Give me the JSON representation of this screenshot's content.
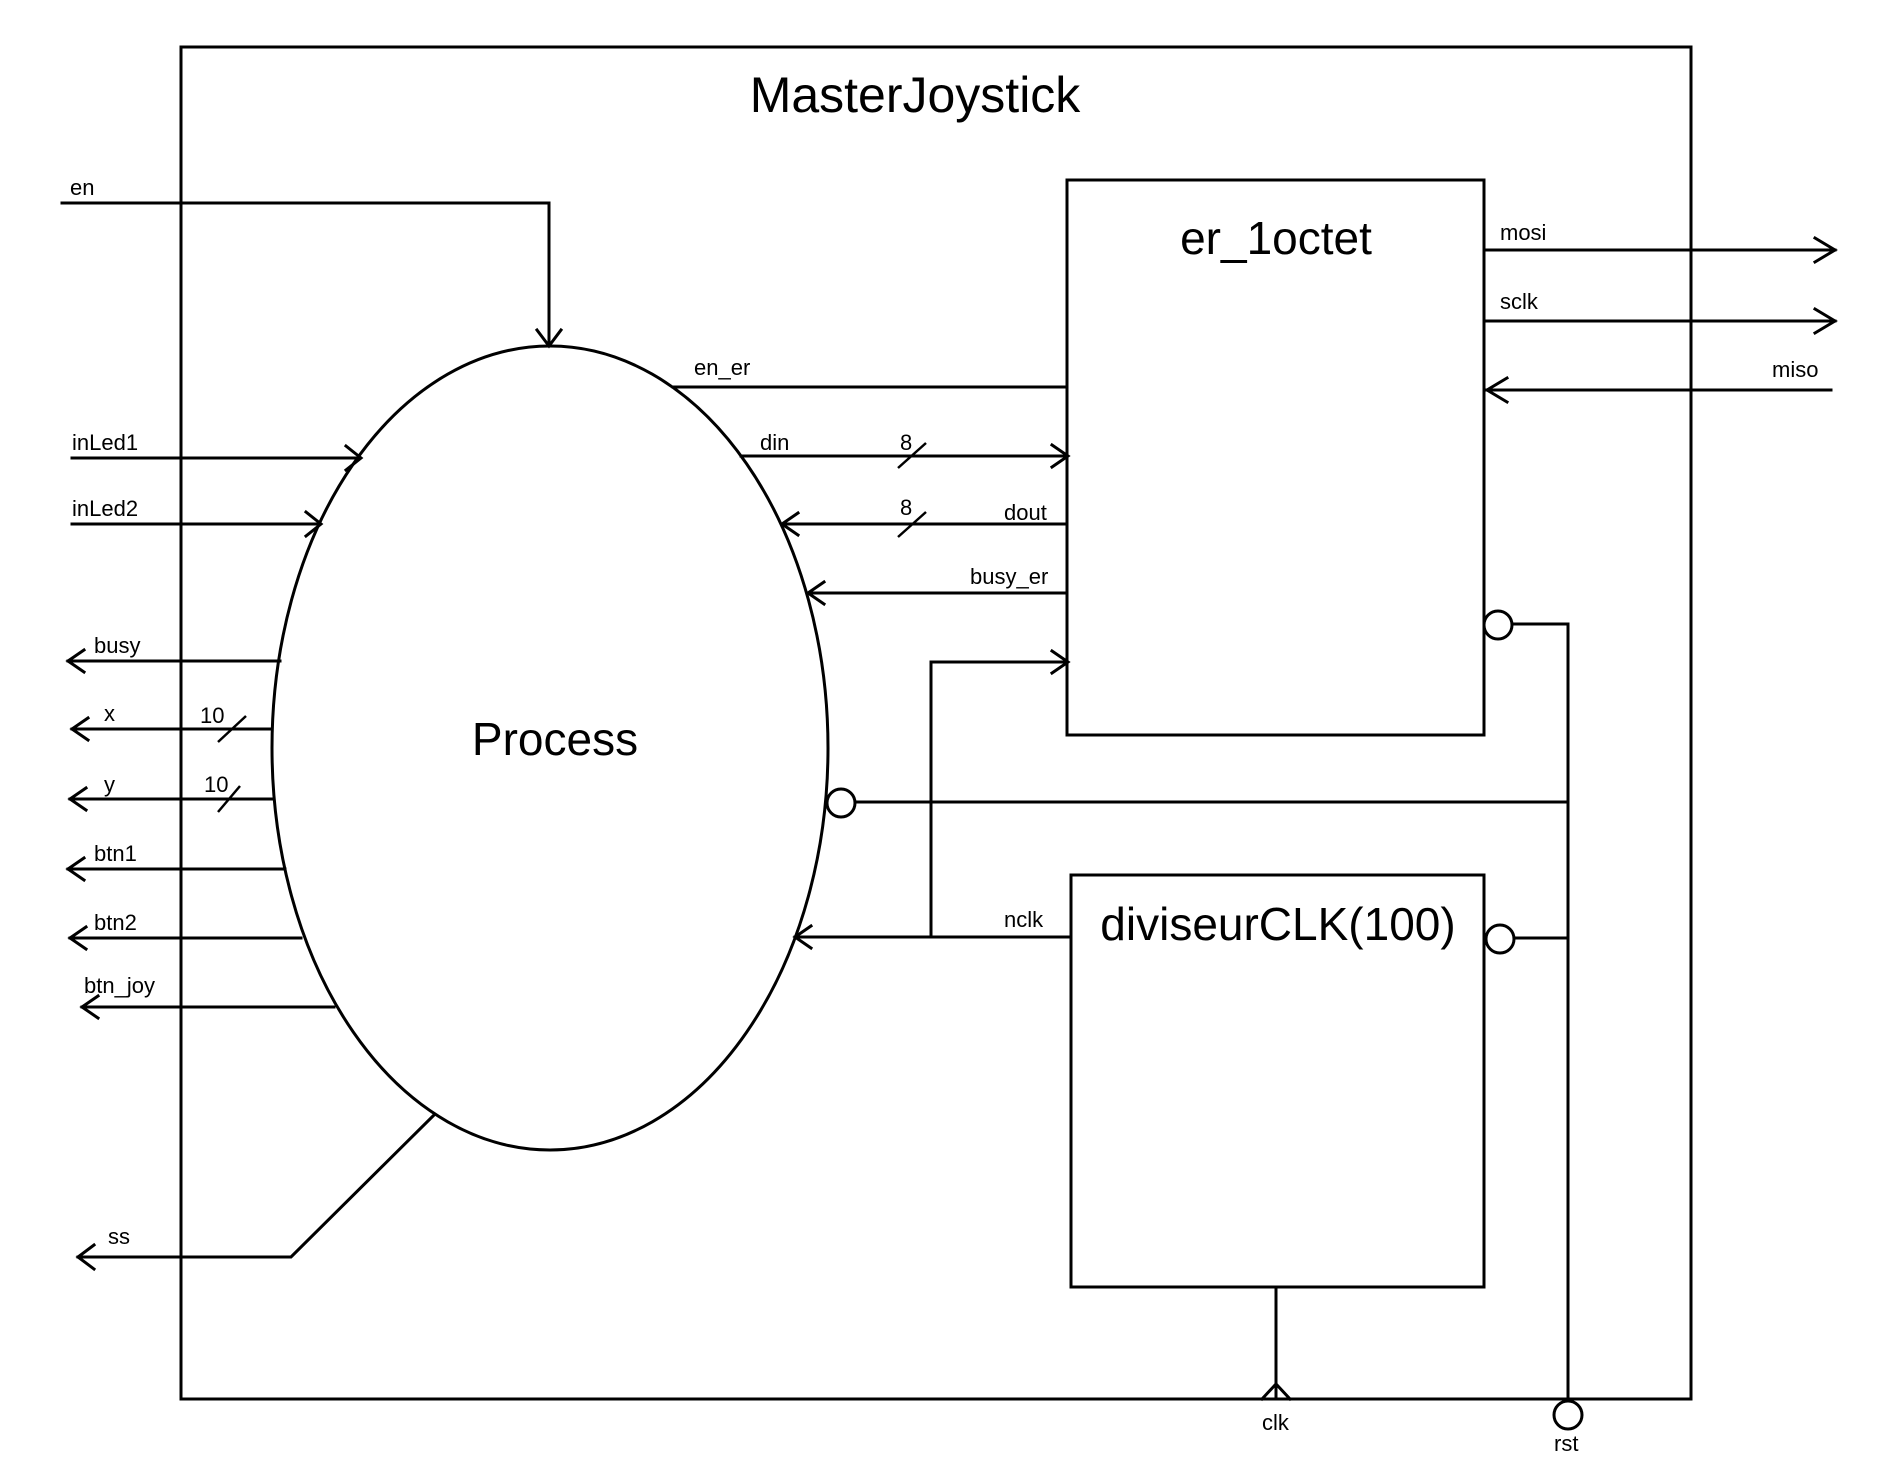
{
  "title": "MasterJoystick",
  "blocks": {
    "process": "Process",
    "er": "er_1octet",
    "div": "diviseurCLK(100)"
  },
  "signals": {
    "en": "en",
    "inLed1": "inLed1",
    "inLed2": "inLed2",
    "busy": "busy",
    "x": "x",
    "y": "y",
    "btn1": "btn1",
    "btn2": "btn2",
    "btn_joy": "btn_joy",
    "ss": "ss",
    "en_er": "en_er",
    "din": "din",
    "dout": "dout",
    "busy_er": "busy_er",
    "nclk": "nclk",
    "mosi": "mosi",
    "sclk": "sclk",
    "miso": "miso",
    "clk": "clk",
    "rst": "rst"
  },
  "widths": {
    "din": "8",
    "dout": "8",
    "x": "10",
    "y": "10"
  }
}
